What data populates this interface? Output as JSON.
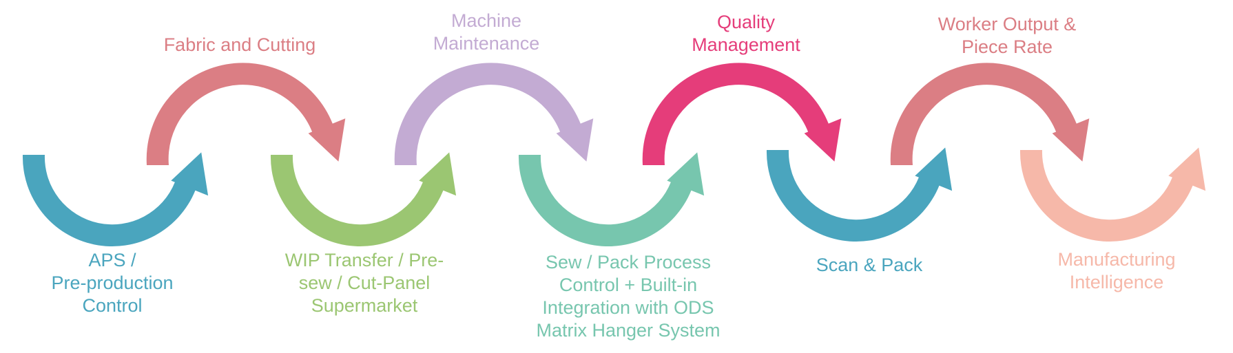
{
  "title": "Garment manufacturing process flow",
  "steps": [
    {
      "id": "aps",
      "position": "bottom",
      "color": "#4aa5be",
      "lines": [
        "APS /",
        "Pre-production",
        "Control"
      ]
    },
    {
      "id": "fabric-cutting",
      "position": "top",
      "color": "#db7e84",
      "lines": [
        "Fabric and Cutting"
      ]
    },
    {
      "id": "wip-transfer",
      "position": "bottom",
      "color": "#9bc672",
      "lines": [
        "WIP Transfer / Pre-",
        "sew / Cut-Panel",
        "Supermarket"
      ]
    },
    {
      "id": "machine-maintenance",
      "position": "top",
      "color": "#c3abd3",
      "lines": [
        "Machine",
        "Maintenance"
      ]
    },
    {
      "id": "sew-pack",
      "position": "bottom",
      "color": "#77c6ae",
      "lines": [
        "Sew / Pack Process",
        "Control + Built-in",
        "Integration with ODS",
        "Matrix Hanger System"
      ]
    },
    {
      "id": "quality-management",
      "position": "top",
      "color": "#e53d7a",
      "lines": [
        "Quality",
        "Management"
      ]
    },
    {
      "id": "scan-pack",
      "position": "bottom",
      "color": "#4aa5be",
      "lines": [
        "Scan & Pack"
      ]
    },
    {
      "id": "worker-output",
      "position": "top",
      "color": "#db7e84",
      "lines": [
        "Worker Output &",
        "Piece Rate"
      ]
    },
    {
      "id": "manufacturing-intelligence",
      "position": "bottom",
      "color": "#f6b8a9",
      "lines": [
        "Manufacturing",
        "Intelligence"
      ]
    }
  ]
}
